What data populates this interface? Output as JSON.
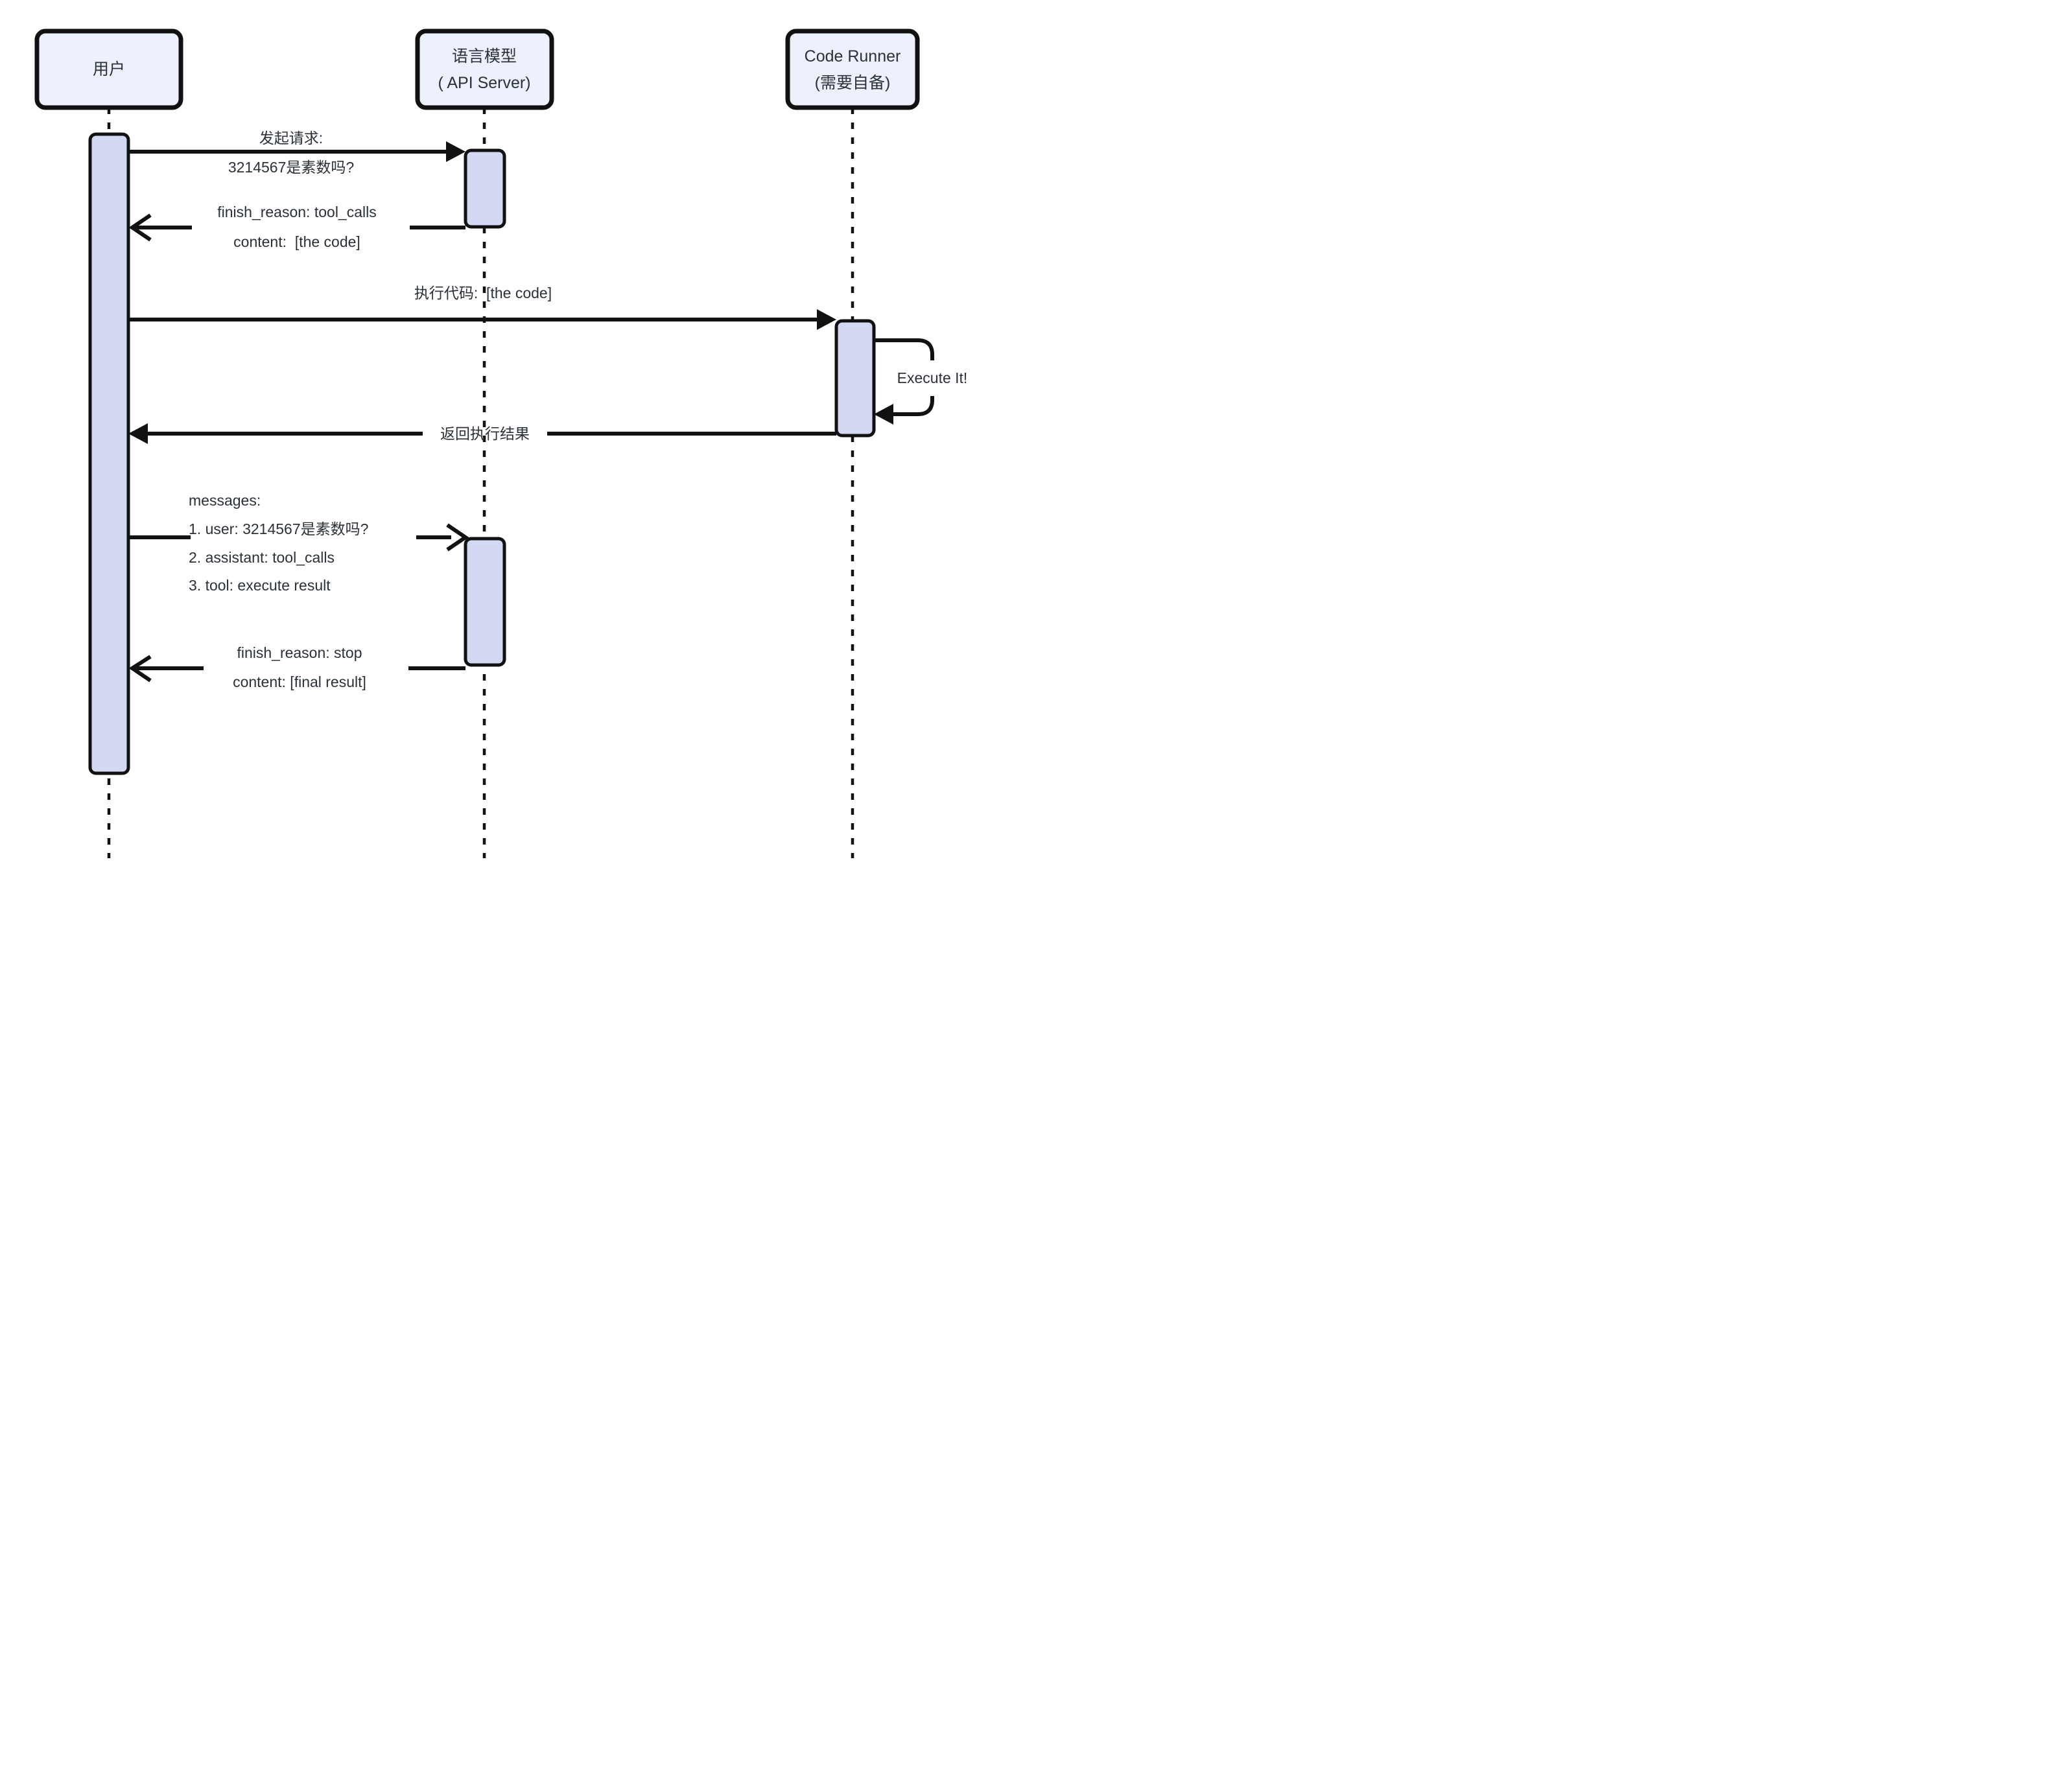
{
  "diagram": {
    "title": "LLM tool-call sequence diagram",
    "colors": {
      "actor_fill": "#EDF1FB",
      "activation_fill": "#D3D8F3",
      "line": "#111111",
      "text": "#2b3139",
      "background": "#ffffff"
    },
    "actors": [
      {
        "id": "user",
        "label_lines": [
          "用户"
        ]
      },
      {
        "id": "llm",
        "label_lines": [
          "语言模型",
          "( API Server)"
        ]
      },
      {
        "id": "code_runner",
        "label_lines": [
          "Code Runner",
          "(需要自备)"
        ]
      }
    ],
    "messages": [
      {
        "from": "user",
        "to": "llm",
        "arrow": "filled",
        "label_lines": [
          "发起请求:",
          "3214567是素数吗?"
        ]
      },
      {
        "from": "llm",
        "to": "user",
        "arrow": "open",
        "label_lines": [
          "finish_reason: tool_calls",
          "content:  [the code]"
        ]
      },
      {
        "from": "user",
        "to": "code_runner",
        "arrow": "filled",
        "label_lines": [
          "执行代码:  [the code]"
        ]
      },
      {
        "from": "code_runner",
        "to": "code_runner",
        "arrow": "filled",
        "label_lines": [
          "Execute It!"
        ]
      },
      {
        "from": "code_runner",
        "to": "user",
        "arrow": "filled",
        "label_lines": [
          "返回执行结果"
        ]
      },
      {
        "from": "user",
        "to": "llm",
        "arrow": "open",
        "label_lines": [
          "messages:",
          "1. user: 3214567是素数吗?",
          "2. assistant: tool_calls",
          "3. tool: execute result"
        ]
      },
      {
        "from": "llm",
        "to": "user",
        "arrow": "open",
        "label_lines": [
          "finish_reason: stop",
          "content: [final result]"
        ]
      }
    ]
  }
}
